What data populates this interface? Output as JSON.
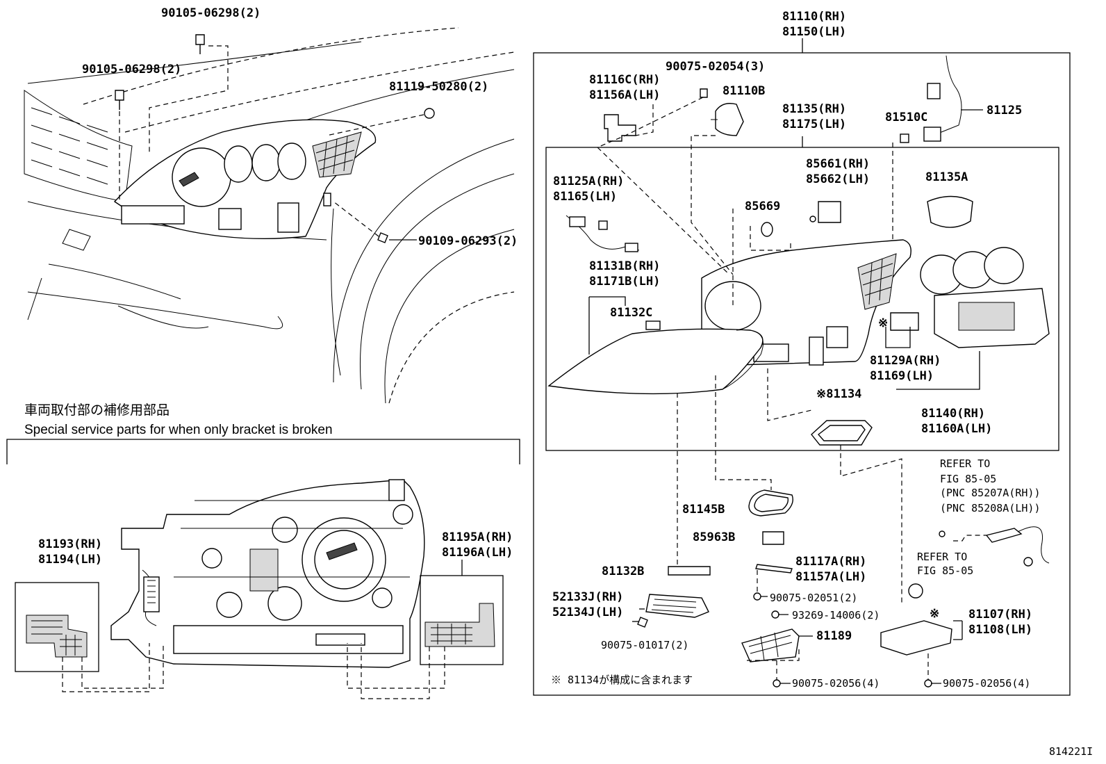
{
  "left_parts": {
    "p90105_top": "90105-06298(2)",
    "p90105_left": "90105-06298(2)",
    "p81119": "81119-50280(2)",
    "p90109": "90109-06293(2)"
  },
  "service_parts": {
    "title_jp": "車両取付部の補修用部品",
    "title_en": "Special service parts for when only bracket is broken",
    "p81193": "81193(RH)",
    "p81194": "81194(LH)",
    "p81195A": "81195A(RH)",
    "p81196A": "81196A(LH)"
  },
  "assembly": {
    "p81110": "81110(RH)",
    "p81150": "81150(LH)",
    "p90075_02054": "90075-02054(3)",
    "p81116C": "81116C(RH)",
    "p81156A": "81156A(LH)",
    "p81110B": "81110B",
    "p81135": "81135(RH)",
    "p81175": "81175(LH)",
    "p81510C": "81510C",
    "p81125": "81125",
    "p85661": "85661(RH)",
    "p85662": "85662(LH)",
    "p81135A": "81135A",
    "p81125A": "81125A(RH)",
    "p81165": "81165(LH)",
    "p85669": "85669",
    "p81131B": "81131B(RH)",
    "p81171B": "81171B(LH)",
    "p81132C": "81132C",
    "mark_a": "※",
    "p81129A": "81129A(RH)",
    "p81169": "81169(LH)",
    "p81134": "※81134",
    "p81140": "81140(RH)",
    "p81160A": "81160A(LH)"
  },
  "lower_parts": {
    "refer1_a": "REFER TO",
    "refer1_b": "FIG 85-05",
    "refer1_c": "(PNC 85207A(RH))",
    "refer1_d": "(PNC 85208A(LH))",
    "refer2_a": "REFER TO",
    "refer2_b": "FIG 85-05",
    "p81145B": "81145B",
    "p85963B": "85963B",
    "p81132B": "81132B",
    "p81117A": "81117A(RH)",
    "p81157A": "81157A(LH)",
    "p52133J": "52133J(RH)",
    "p52134J": "52134J(LH)",
    "p90075_02051": "90075-02051(2)",
    "p93269": "93269-14006(2)",
    "mark_b": "※",
    "p81107": "81107(RH)",
    "p81108": "81108(LH)",
    "p81189": "81189",
    "p90075_01017": "90075-01017(2)",
    "p90075_02056a": "90075-02056(4)",
    "p90075_02056b": "90075-02056(4)",
    "note": "※ 81134が構成に含まれます"
  },
  "figure_id": "814221I"
}
